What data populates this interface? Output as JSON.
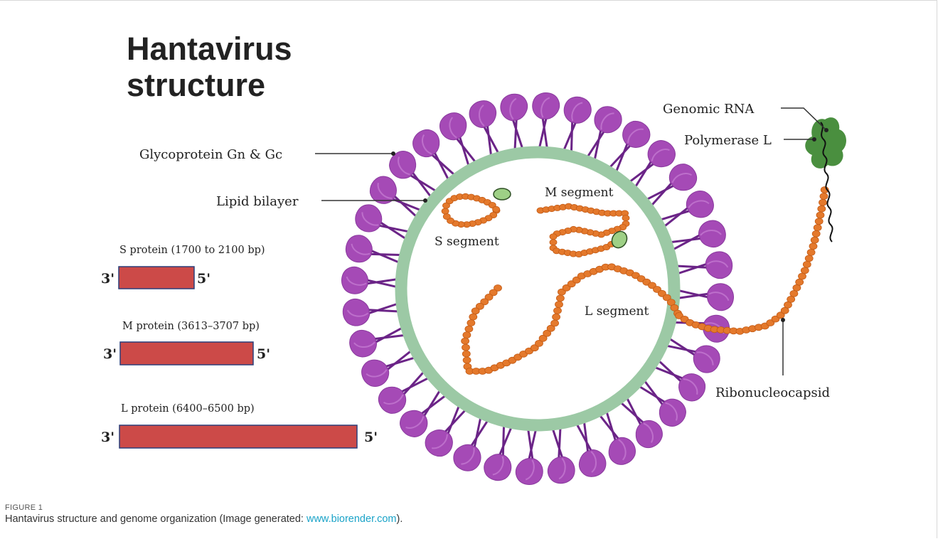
{
  "figure": {
    "title_line1": "Hantavirus",
    "title_line2": "structure",
    "labels": {
      "glycoprotein": "Glycoprotein Gn & Gc",
      "lipid_bilayer": "Lipid bilayer",
      "genomic_rna": "Genomic RNA",
      "polymerase": "Polymerase L",
      "m_segment": "M segment",
      "s_segment": "S segment",
      "l_segment": "L segment",
      "ribonucleocapsid": "Ribonucleocapsid"
    },
    "genes": [
      {
        "title": "S protein (1700 to 2100 bp)",
        "end3": "3'",
        "end5": "5'"
      },
      {
        "title": "M protein (3613–3707 bp)",
        "end3": "3'",
        "end5": "5'"
      },
      {
        "title": "L protein (6400–6500  bp)",
        "end3": "3'",
        "end5": "5'"
      }
    ],
    "colors": {
      "spike": "#a54ab6",
      "spike_dark": "#6b2487",
      "membrane": "#9cc9a5",
      "rna_bead": "#e4792c",
      "polymerase": "#4a8f3f",
      "polymerase_small": "#9ed086",
      "gene_bar": "#cc4a48",
      "gene_border": "#2b3f7a"
    }
  },
  "caption": {
    "label": "FIGURE 1",
    "text_before": "Hantavirus structure and genome organization (Image generated: ",
    "link_text": "www.biorender.com",
    "text_after": ")."
  }
}
